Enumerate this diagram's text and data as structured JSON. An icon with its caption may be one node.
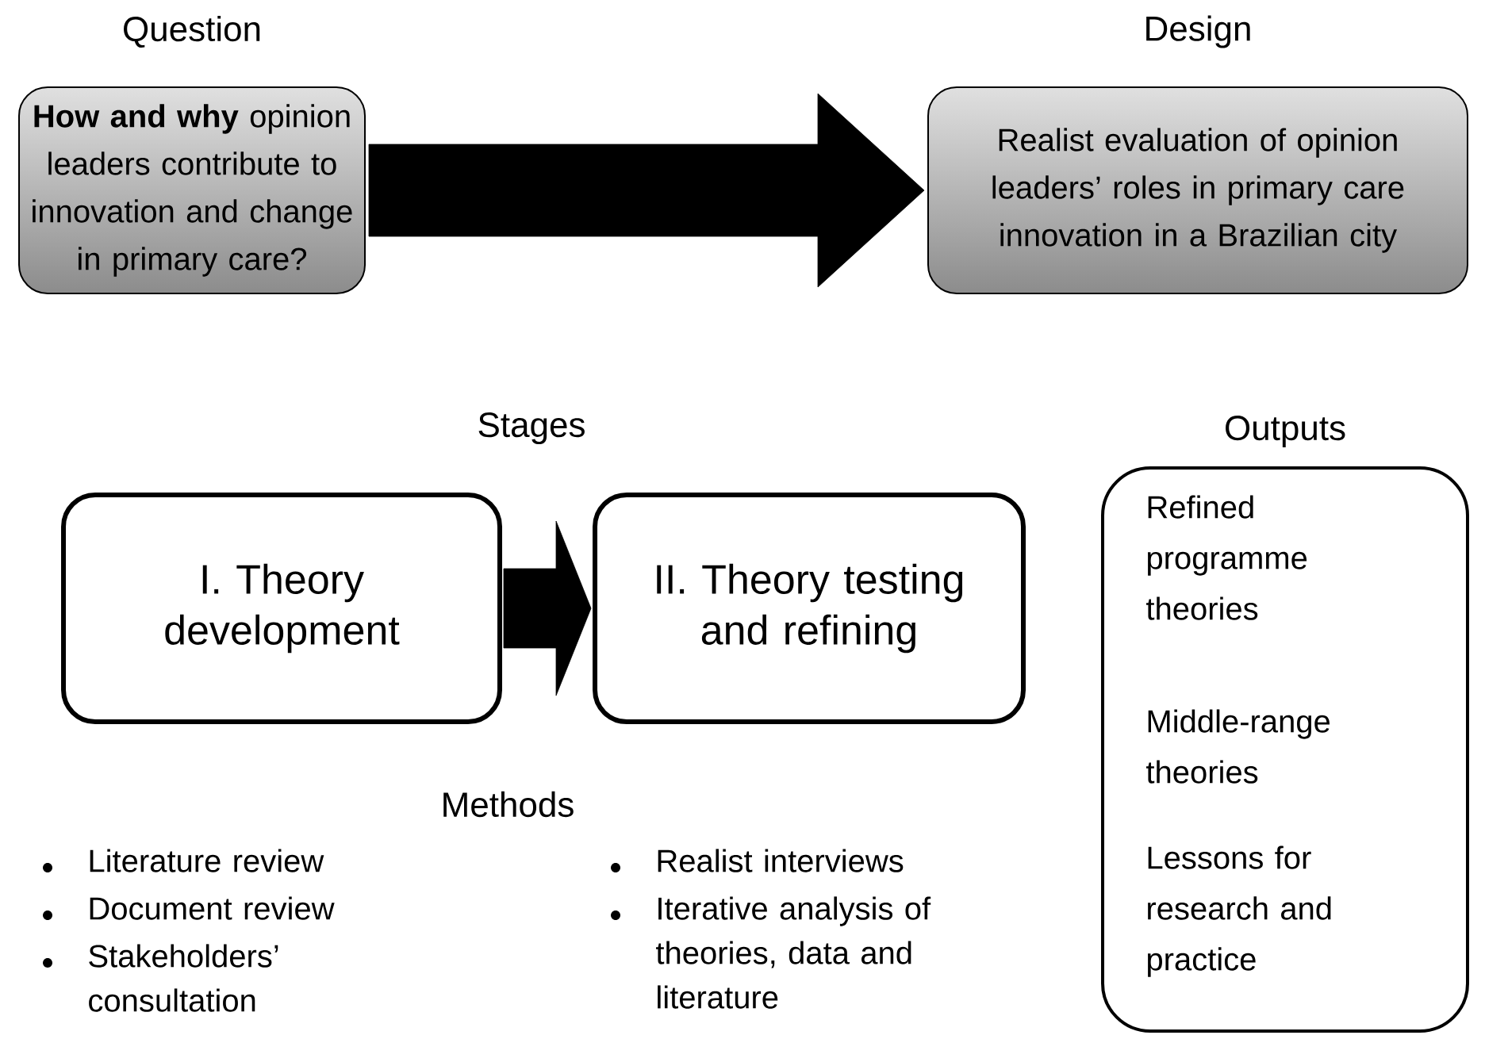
{
  "diagram": {
    "nodes": [
      {
        "text": [
          "Question",
          "**How and why** opinion leaders contribute to innovation and change in primary care?"
        ]
      },
      {
        "text": [
          "Design",
          "Realist evaluation of opinion leaders’ roles in primary care innovation in a Brazilian city"
        ]
      },
      {
        "text": [
          "I. Theory development"
        ]
      },
      {
        "text": [
          "II. Theory testing and refining"
        ]
      },
      {
        "text": [
          "Outputs",
          "Refined programme theories",
          "Middle-range theories",
          "Lessons for research and practice"
        ]
      }
    ],
    "edges": [
      {
        "from": 0,
        "to": 1,
        "arrow": "to"
      },
      {
        "from": 2,
        "to": 3,
        "arrow": "to"
      }
    ],
    "labels": [
      "Stages",
      "Methods",
      "Literature review",
      "Realist interviews",
      "Document review",
      "Iterative analysis of theories, data and literature",
      "Stakeholders’ consultation"
    ]
  }
}
